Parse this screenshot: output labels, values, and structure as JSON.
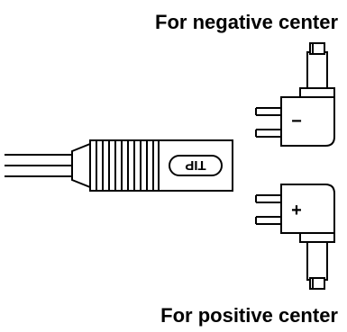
{
  "labels": {
    "negative": "For negative center",
    "positive": "For positive center",
    "tip": "TIP",
    "minus": "−",
    "plus": "+"
  }
}
